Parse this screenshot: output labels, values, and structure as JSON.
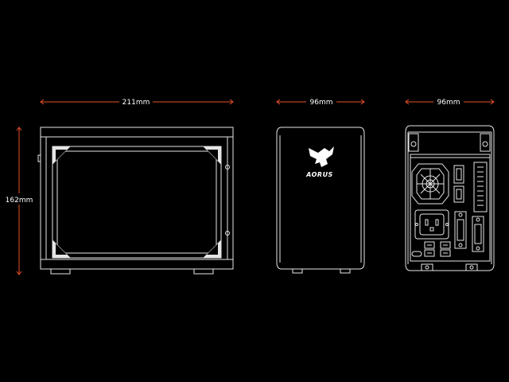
{
  "dimensions": {
    "width_label": "211mm",
    "depth_label": "96mm",
    "rear_depth_label": "96mm",
    "height_label": "162mm"
  },
  "brand": {
    "logo_text": "AORUS"
  },
  "colors": {
    "background": "#000000",
    "outline": "#e6e6e6",
    "dimension_line": "#e8502a",
    "label": "#ffffff"
  }
}
